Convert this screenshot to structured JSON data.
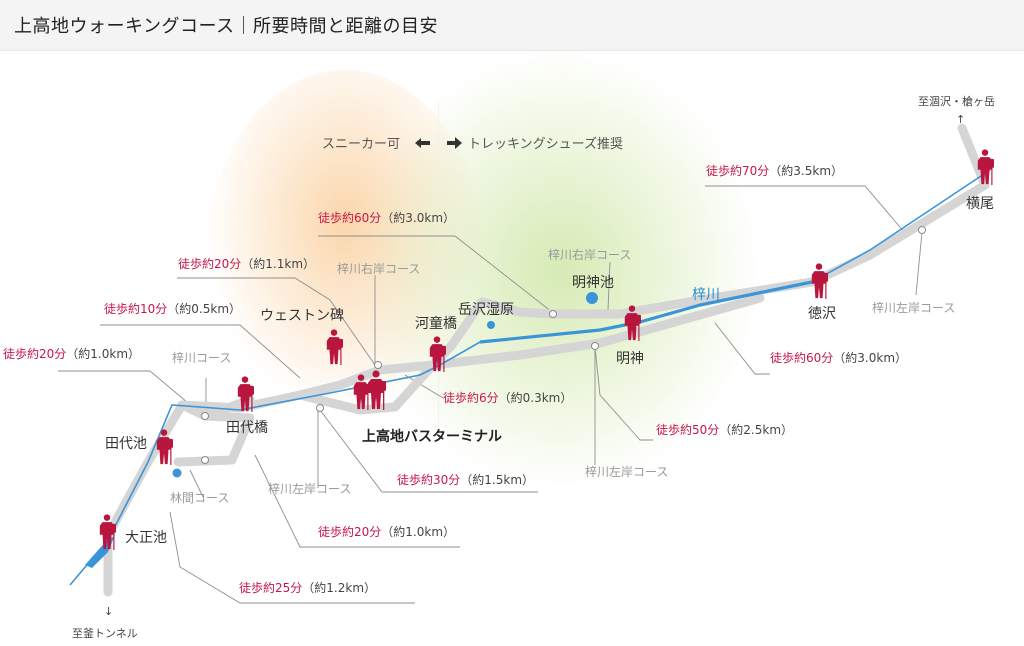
{
  "header": {
    "title": "上高地ウォーキングコース｜所要時間と距離の目安"
  },
  "legend": {
    "sneaker": "スニーカー可",
    "trekking": "トレッキングシューズ推奨"
  },
  "directions": {
    "north": "至涸沢・槍ヶ岳",
    "south": "至釜トンネル"
  },
  "river": {
    "label": "梓川"
  },
  "places": {
    "taisho_ike": "大正池",
    "taishiro_ike": "田代池",
    "taishiro_bashi": "田代橋",
    "weston": "ウェストン碑",
    "bus_terminal": "上高地バスターミナル",
    "kappa_bashi": "河童橋",
    "takesawa": "岳沢湿原",
    "myojin_ike": "明神池",
    "myojin": "明神",
    "tokusawa": "徳沢",
    "yokoo": "横尾"
  },
  "courses": {
    "azusa_course": "梓川コース",
    "rinkan": "林間コース",
    "left_bank_1": "梓川左岸コース",
    "right_bank_1": "梓川右岸コース",
    "right_bank_2": "梓川右岸コース",
    "left_bank_2": "梓川左岸コース",
    "left_bank_3": "梓川左岸コース"
  },
  "walks": [
    {
      "time": "徒歩約20分",
      "dist": "（約1.0km）"
    },
    {
      "time": "徒歩約10分",
      "dist": "（約0.5km）"
    },
    {
      "time": "徒歩約20分",
      "dist": "（約1.1km）"
    },
    {
      "time": "徒歩約60分",
      "dist": "（約3.0km）"
    },
    {
      "time": "徒歩約70分",
      "dist": "（約3.5km）"
    },
    {
      "time": "徒歩約60分",
      "dist": "（約3.0km）"
    },
    {
      "time": "徒歩約50分",
      "dist": "（約2.5km）"
    },
    {
      "time": "徒歩約6分",
      "dist": "（約0.3km）"
    },
    {
      "time": "徒歩約30分",
      "dist": "（約1.5km）"
    },
    {
      "time": "徒歩約20分",
      "dist": "（約1.0km）"
    },
    {
      "time": "徒歩約25分",
      "dist": "（約1.2km）"
    }
  ],
  "colors": {
    "trail": "#d3d3d3",
    "river": "#3a95d8",
    "accent": "#c8174a",
    "hiker": "#b9163f",
    "leader": "#888888"
  },
  "icons": [
    "hiker-icon",
    "pond-marker-icon",
    "trail-junction-icon",
    "arrow-left-icon",
    "arrow-right-icon",
    "arrow-up-icon",
    "arrow-down-icon"
  ]
}
